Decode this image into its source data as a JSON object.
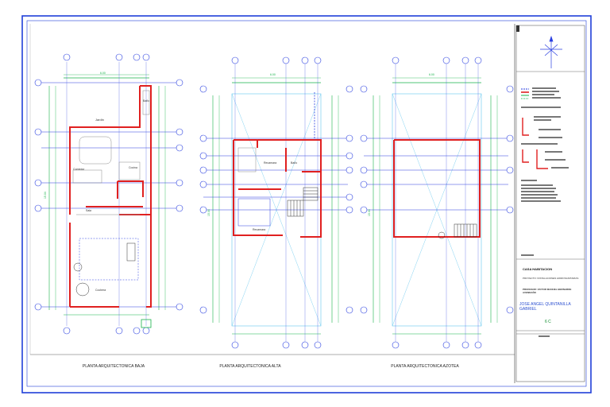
{
  "colors": {
    "border_blue": "#1f3fd8",
    "wall_red": "#e02020",
    "dim_green": "#17b34a",
    "axis_blue": "#2a3fe0",
    "roof_cyan": "#64c6ef",
    "gray": "#9a9a9a"
  },
  "plans": [
    {
      "id": "baja",
      "caption": "PLANTA ARQUITECTONICA BAJA"
    },
    {
      "id": "alta",
      "caption": "PLANTA ARQUITECTONICA ALTA"
    },
    {
      "id": "azotea",
      "caption": "PLANTA ARQUITECTONICA AZOTEA"
    }
  ],
  "title_block": {
    "project": "CASA HABITACION",
    "subject": "PROYECTO: INSTALACIONES HIDROSANITARIAS",
    "teacher": "PROFESOR: VICTOR MANUEL BERNARDE AVENDAÑO",
    "student": "JOSE ANGEL QUINTANILLA GABRIEL",
    "group": "6 C"
  },
  "icons": {
    "north": "north-arrow-icon"
  }
}
